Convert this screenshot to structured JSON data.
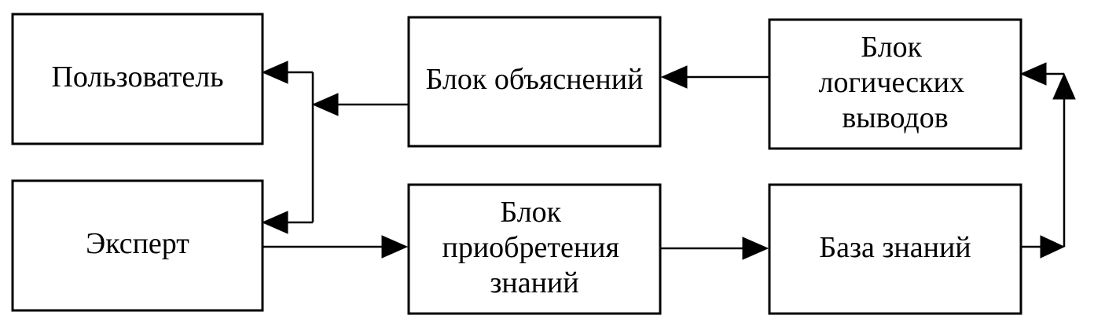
{
  "nodes": {
    "user": {
      "lines": [
        "Пользователь"
      ]
    },
    "expert": {
      "lines": [
        "Эксперт"
      ]
    },
    "explain": {
      "lines": [
        "Блок объяснений"
      ]
    },
    "acquire": {
      "lines": [
        "Блок",
        "приобретения",
        "знаний"
      ]
    },
    "inference": {
      "lines": [
        "Блок",
        "логических",
        "выводов"
      ]
    },
    "kb": {
      "lines": [
        "База знаний"
      ]
    }
  },
  "edges": [
    {
      "from": "inference",
      "to": "explain"
    },
    {
      "from": "explain",
      "to": "user"
    },
    {
      "from": "explain",
      "to": "expert"
    },
    {
      "from": "expert",
      "to": "acquire"
    },
    {
      "from": "acquire",
      "to": "kb"
    },
    {
      "from": "kb",
      "to": "inference"
    }
  ]
}
